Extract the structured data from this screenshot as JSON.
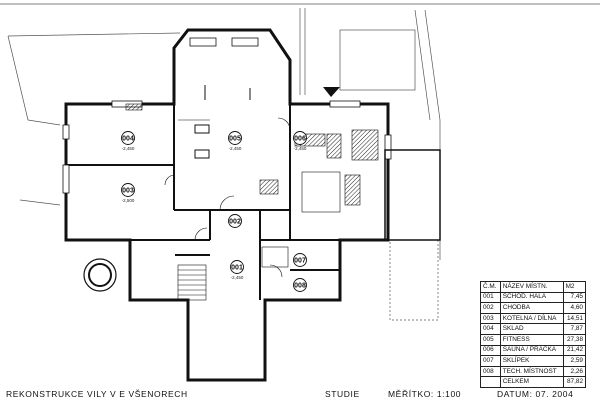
{
  "rooms": [
    {
      "number": "004",
      "level": "-2,450"
    },
    {
      "number": "005",
      "level": "-2,450"
    },
    {
      "number": "006",
      "level": "-2,450"
    },
    {
      "number": "003",
      "level": "-2,500"
    },
    {
      "number": "002",
      "level": ""
    },
    {
      "number": "001",
      "level": "-2,450"
    },
    {
      "number": "007",
      "level": ""
    },
    {
      "number": "008",
      "level": ""
    }
  ],
  "legend": {
    "headers": [
      "Č.M.",
      "NÁZEV MÍSTN.",
      "M2"
    ],
    "rows": [
      {
        "cm": "001",
        "name": "SCHOD. HALA",
        "m2": "7,45"
      },
      {
        "cm": "002",
        "name": "CHODBA",
        "m2": "4,60"
      },
      {
        "cm": "003",
        "name": "KOTELNA / DÍLNA",
        "m2": "14,51"
      },
      {
        "cm": "004",
        "name": "SKLAD",
        "m2": "7,87"
      },
      {
        "cm": "005",
        "name": "FITNESS",
        "m2": "27,38"
      },
      {
        "cm": "006",
        "name": "SAUNA / PRAČKA",
        "m2": "21,42"
      },
      {
        "cm": "007",
        "name": "SKLÍPEK",
        "m2": "2,59"
      },
      {
        "cm": "008",
        "name": "TECH. MÍSTNOST",
        "m2": "2,26"
      },
      {
        "cm": "",
        "name": "CELKEM",
        "m2": "87,82"
      }
    ]
  },
  "footer": {
    "project": "REKONSTRUKCE VILY V E VŠENORECH",
    "stage": "STUDIE",
    "scale": "MĚŘÍTKO: 1:100",
    "date": "DATUM: 07. 2004"
  },
  "colors": {
    "ink": "#111111",
    "hatch": "#333333",
    "paper": "#ffffff"
  }
}
